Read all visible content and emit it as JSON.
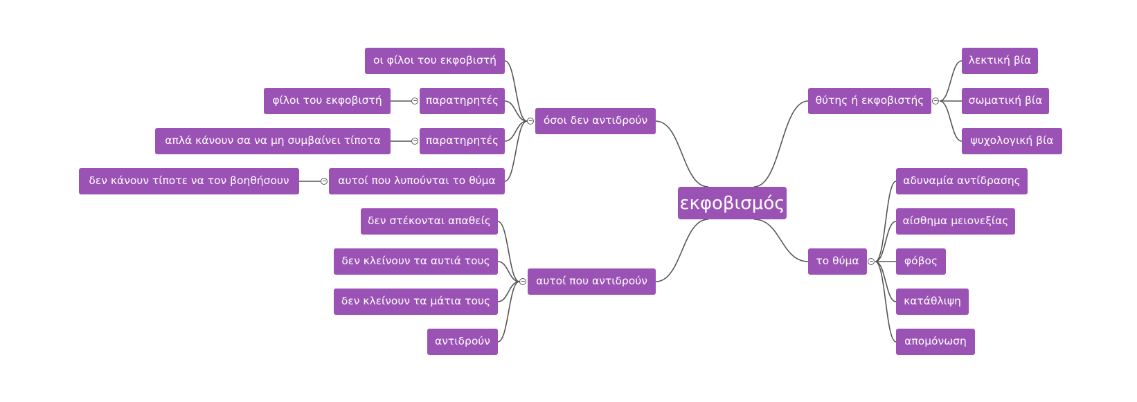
{
  "accent_color": "#9b52b5",
  "line_color": "#555555",
  "root": "εκφοβισμός",
  "right": [
    {
      "label": "θύτης ή εκφοβιστής",
      "children": [
        "λεκτική βία",
        "σωματική βία",
        "ψυχολογική βία"
      ]
    },
    {
      "label": "το θύμα",
      "children": [
        "αδυναμία αντίδρασης",
        "αίσθημα μειονεξίας",
        "φόβος",
        "κατάθλιψη",
        "απομόνωση"
      ]
    }
  ],
  "left": [
    {
      "label": "όσοι δεν αντιδρούν",
      "children": [
        {
          "label": "οι φίλοι του εκφοβιστή"
        },
        {
          "label": "παρατηρητές",
          "child": "φίλοι του εκφοβιστή"
        },
        {
          "label": "παρατηρητές",
          "child": "απλά κάνουν σα να μη συμβαίνει τίποτα"
        },
        {
          "label": "αυτοί που λυπούνται το θύμα",
          "child": "δεν κάνουν τίποτε να τον βοηθήσουν"
        }
      ]
    },
    {
      "label": "αυτοί που αντιδρούν",
      "children": [
        {
          "label": "δεν στέκονται απαθείς"
        },
        {
          "label": "δεν κλείνουν τα αυτιά τους"
        },
        {
          "label": "δεν κλείνουν τα μάτια τους"
        },
        {
          "label": "αντιδρούν"
        }
      ]
    }
  ]
}
